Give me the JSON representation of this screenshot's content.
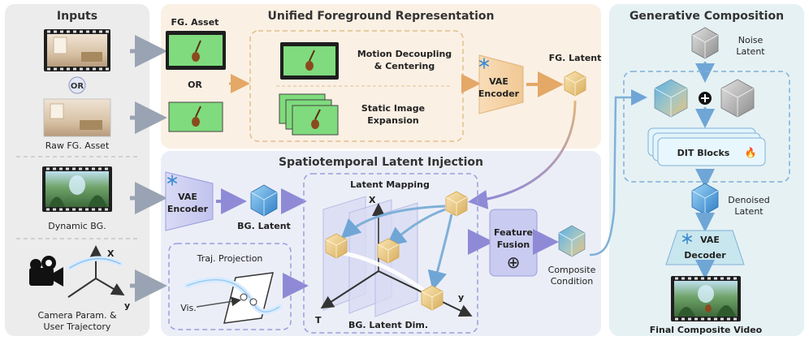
{
  "panels": {
    "inputs": "Inputs",
    "unified": "Unified Foreground Representation",
    "spatio": "Spatiotemporal Latent Injection",
    "generative": "Generative Composition"
  },
  "inputs": {
    "or_badge": "OR",
    "raw_fg": "Raw FG. Asset",
    "dynamic_bg": "Dynamic BG.",
    "camera_line1": "Camera Param. &",
    "camera_line2": "User Trajectory",
    "axis_x": "X",
    "axis_y": "y"
  },
  "unified": {
    "fg_asset": "FG. Asset",
    "or": "OR",
    "motion1": "Motion Decoupling",
    "motion2": "& Centering",
    "static1": "Static Image",
    "static2": "Expansion",
    "vae1": "VAE",
    "vae2": "Encoder",
    "fg_latent": "FG. Latent"
  },
  "spatio": {
    "vae1": "VAE",
    "vae2": "Encoder",
    "bg_latent": "BG. Latent",
    "latent_mapping": "Latent Mapping",
    "axis_x": "X",
    "axis_y": "y",
    "axis_t": "T",
    "bg_latent_dim": "BG. Latent Dim.",
    "traj_projection": "Traj. Projection",
    "vis": "Vis.",
    "fusion1": "Feature",
    "fusion2": "Fusion",
    "fusion_symbol": "⊕",
    "composite1": "Composite",
    "composite2": "Condition"
  },
  "generative": {
    "noise1": "Noise",
    "noise2": "Latent",
    "dit": "DIT Blocks",
    "fire": "🔥",
    "denoised1": "Denoised",
    "denoised2": "Latent",
    "vae1": "VAE",
    "vae2": "Decoder",
    "final": "Final Composite Video"
  },
  "colors": {
    "accent_blue": "#7fb0d8",
    "accent_orange": "#e8b47a",
    "fusion_purple": "#c9cbf0"
  }
}
